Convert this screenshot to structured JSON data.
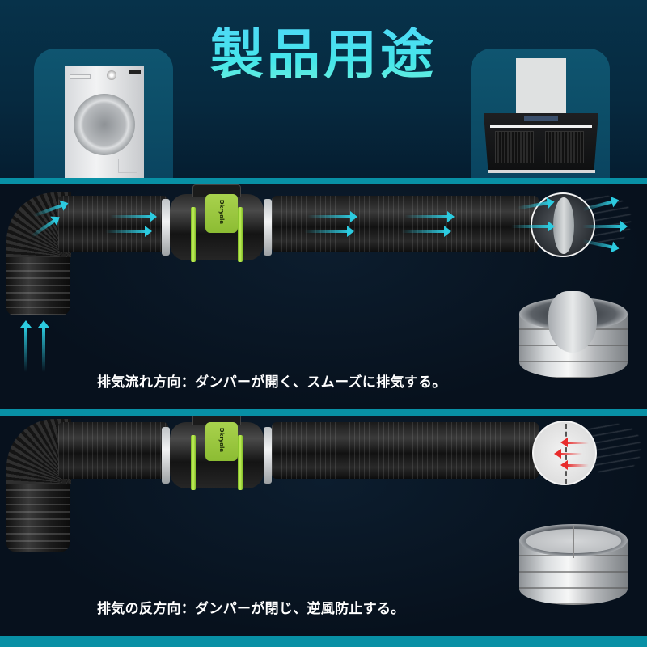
{
  "header": {
    "title": "製品用途"
  },
  "applications": [
    {
      "name": "washing-machine",
      "icon": "washing-machine-icon"
    },
    {
      "name": "range-hood",
      "icon": "range-hood-icon"
    }
  ],
  "product": {
    "fan_brand_label": "Dkryala",
    "accent_color": "#0890a5",
    "title_color": "#45e6ea",
    "flow_arrow_color": "#2ccbe0",
    "backflow_arrow_color": "#e82b2b",
    "clip_color": "#8cbc33"
  },
  "panels": [
    {
      "id": "exhaust-direction",
      "caption": "排気流れ方向：ダンパーが開く、スムーズに排気する。",
      "damper_state": "open"
    },
    {
      "id": "reverse-direction",
      "caption": "排気の反方向：ダンパーが閉じ、逆風防止する。",
      "damper_state": "closed"
    }
  ]
}
